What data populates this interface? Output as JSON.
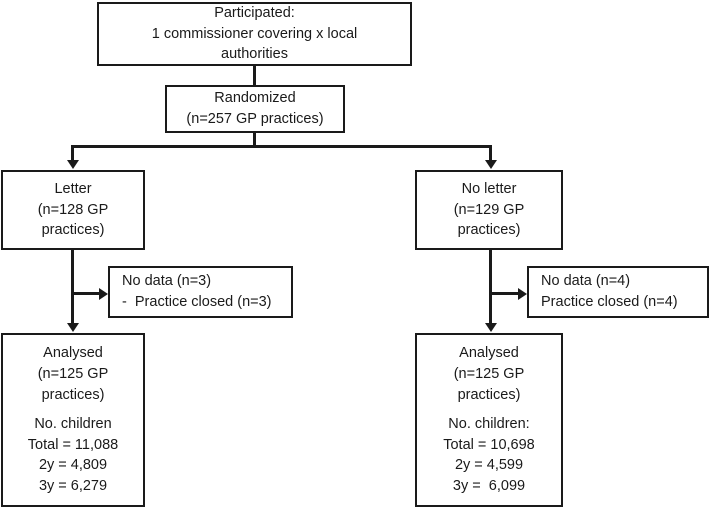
{
  "diagram": {
    "title": "CONSORT-style trial flow diagram",
    "stroke_color": "#1a1a1a",
    "background_color": "#ffffff",
    "nodes": {
      "participated": {
        "lines": [
          "Participated:",
          "1 commissioner covering x local",
          "authorities"
        ]
      },
      "randomized": {
        "lines": [
          "Randomized",
          "(n=257 GP practices)"
        ]
      },
      "letter": {
        "lines": [
          "Letter",
          "(n=128 GP",
          "practices)"
        ]
      },
      "no_letter": {
        "lines": [
          "No letter",
          "(n=129 GP",
          "practices)"
        ]
      },
      "nodata_left": {
        "lines": [
          "No data (n=3)",
          "-  Practice closed (n=3)"
        ]
      },
      "nodata_right": {
        "lines": [
          "No data (n=4)",
          "Practice closed (n=4)"
        ]
      },
      "analysed_left": {
        "header": [
          "Analysed",
          "(n=125 GP",
          "practices)"
        ],
        "body": [
          "No. children",
          "Total = 11,088",
          "2y = 4,809",
          "3y = 6,279"
        ]
      },
      "analysed_right": {
        "header": [
          "Analysed",
          "(n=125 GP",
          "practices)"
        ],
        "body": [
          "No. children:",
          "Total = 10,698",
          "2y = 4,599",
          "3y =  6,099"
        ]
      }
    }
  }
}
